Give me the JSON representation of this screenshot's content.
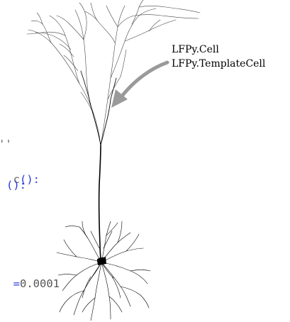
{
  "labels": {
    "line1": "LFPy.Cell",
    "line2": "LFPy.TemplateCell"
  },
  "code_fragments": {
    "quotes": "''",
    "paren_open": "c",
    "paren_open_paren": "():",
    "paren_only": "():",
    "equals_prefix": "=",
    "equals_value": "0.0001"
  },
  "colors": {
    "text": "#000000",
    "code_gray": "#666666",
    "code_blue": "#2a3ad8",
    "arrow": "#9a9a9a",
    "neuron": "#000000"
  }
}
